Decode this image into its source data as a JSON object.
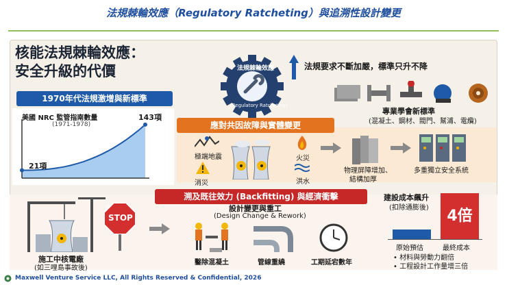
{
  "slide_title": "法規棘輪效應（Regulatory Ratcheting）與追溯性設計變更",
  "main_title_line1": "核能法規棘輪效應：",
  "main_title_line2": "安全升級的代價",
  "gear": {
    "text_top": "法規棘輪效應",
    "text_bottom": "(Regulatory Ratcheting)"
  },
  "top_right_note": "法規要求不斷加嚴，標準只升不降",
  "section1": {
    "banner": "1970年代法規激增與新標準",
    "chart_title": "美國 NRC 監管指南數量",
    "chart_subtitle": "(1971-1978)",
    "start_label": "21項",
    "end_label": "143項"
  },
  "chart_data": {
    "type": "area",
    "title": "美國 NRC 監管指南數量",
    "subtitle": "(1971-1978)",
    "x": [
      1971,
      1978
    ],
    "series": [
      {
        "values": [
          21,
          143
        ]
      }
    ],
    "data_labels": [
      "21項",
      "143項"
    ]
  },
  "standards": {
    "title": "專業學會新標準",
    "items": "(混凝土、鋼材、閥門、幫浦、電纜)"
  },
  "section2": {
    "banner": "應對共因故障與實體變更",
    "labels": {
      "earthquake": "極端地震",
      "fire": "火災",
      "explosion": "消災",
      "flood": "洪水"
    },
    "barrier_label_line1": "物理屏障增加、",
    "barrier_label_line2": "結構加厚",
    "safety_label": "多重獨立安全系統"
  },
  "section3": {
    "banner": "溯及既往效力 (Backfitting) 與經濟衝擊",
    "plant_label": "施工中核電廠",
    "plant_sublabel": "(如三哩島事故後)",
    "stop_text": "STOP",
    "design_change": "設計變更與重工",
    "design_change_en": "(Design Change & Rework)",
    "demolish": "鑿除混凝土",
    "pipes": "管線重繞",
    "delay": "工期延宕數年"
  },
  "cost": {
    "title": "建設成本飆升",
    "subtitle": "(扣除通膨後)",
    "multiplier": "4倍",
    "bar_small_label": "原始預估",
    "bar_big_label": "最終成本",
    "note1": "• 材料與勞動力翻倍",
    "note2": "• 工程設計工作量增三倍"
  },
  "footer": "Maxwell Venture Service LLC, All Rights Reserved & Confidential, 2026",
  "colors": {
    "blue": "#1e5aa8",
    "orange": "#e4731f",
    "red": "#c62828",
    "green_rule": "#8fbf5a"
  }
}
